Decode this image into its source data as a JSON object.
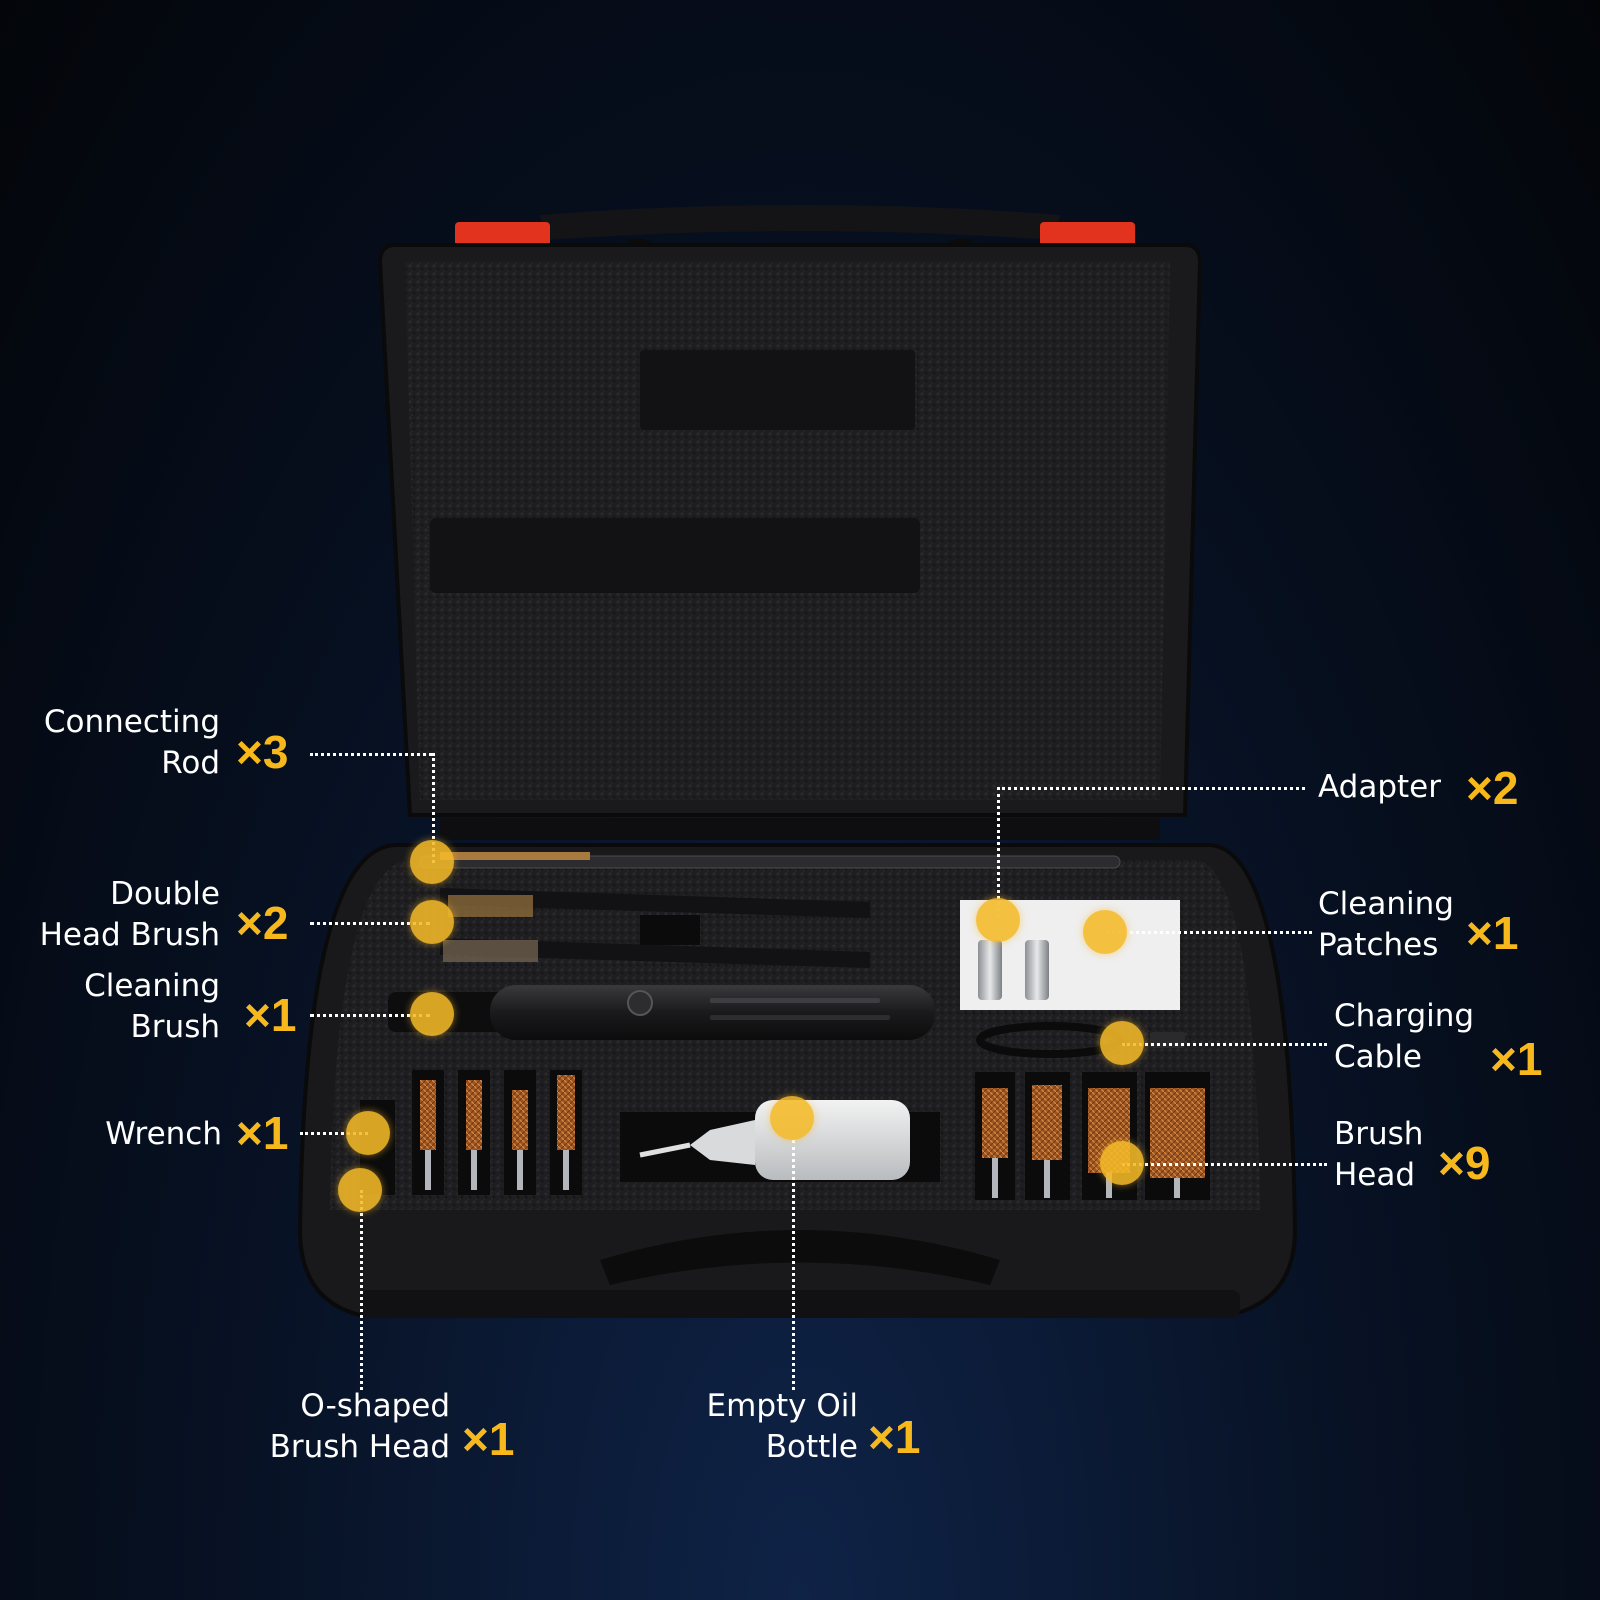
{
  "colors": {
    "accent": "#f7b81c",
    "case": "#1b1b1d",
    "latch": "#e2331f",
    "bronze": "#b8652a"
  },
  "callouts": {
    "connecting_rod": {
      "name_line1": "Connecting",
      "name_line2": "Rod",
      "qty": "×3"
    },
    "double_head_brush": {
      "name_line1": "Double",
      "name_line2": "Head Brush",
      "qty": "×2"
    },
    "cleaning_brush": {
      "name_line1": "Cleaning",
      "name_line2": "Brush",
      "qty": "×1"
    },
    "wrench": {
      "name_line1": "Wrench",
      "qty": "×1"
    },
    "o_shaped_brush_head": {
      "name_line1": "O-shaped",
      "name_line2": "Brush Head",
      "qty": "×1"
    },
    "empty_oil_bottle": {
      "name_line1": "Empty Oil",
      "name_line2": "Bottle",
      "qty": "×1"
    },
    "adapter": {
      "name_line1": "Adapter",
      "qty": "×2"
    },
    "cleaning_patches": {
      "name_line1": "Cleaning",
      "name_line2": "Patches",
      "qty": "×1"
    },
    "charging_cable": {
      "name_line1": "Charging",
      "name_line2": "Cable",
      "qty": "×1"
    },
    "brush_head": {
      "name_line1": "Brush",
      "name_line2": "Head",
      "qty": "×9"
    }
  }
}
